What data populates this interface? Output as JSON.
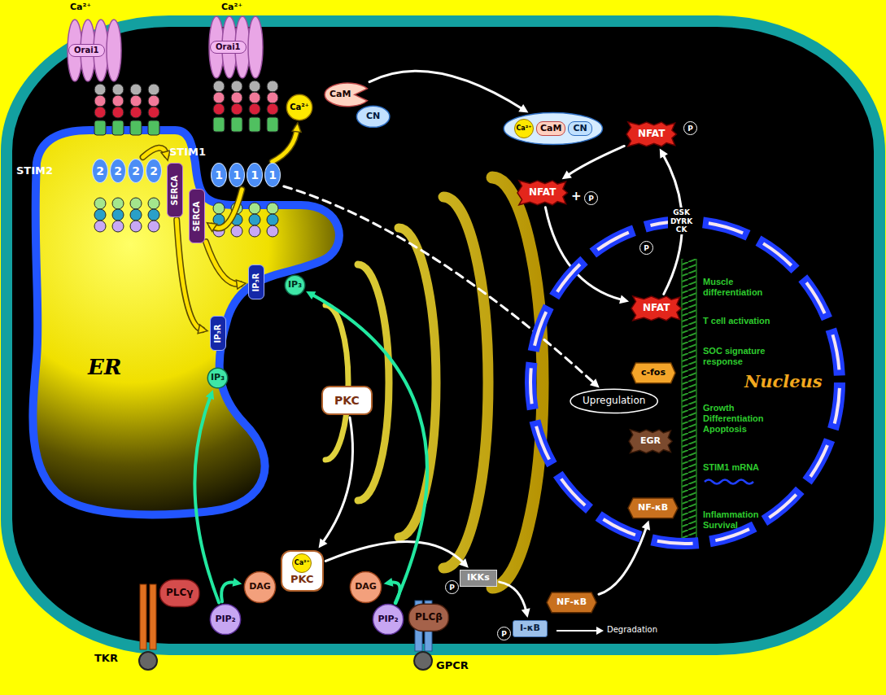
{
  "diagram": {
    "nodes": [
      {
        "text": [
          "Orai1"
        ]
      },
      {
        "text": [
          "Orai1"
        ]
      },
      {
        "text": [
          "STIM2",
          "2",
          "2",
          "2",
          "2"
        ]
      },
      {
        "text": [
          "STIM1",
          "1",
          "1",
          "1",
          "1"
        ]
      },
      {
        "text": [
          "SERCA"
        ]
      },
      {
        "text": [
          "SERCA"
        ]
      },
      {
        "text": [
          "Ca²⁺"
        ]
      },
      {
        "text": [
          "CaM"
        ]
      },
      {
        "text": [
          "CN"
        ]
      },
      {
        "text": [
          "Ca²⁺",
          "CaM",
          "CN"
        ]
      },
      {
        "text": [
          "NFAT"
        ]
      },
      {
        "text": [
          "NFAT"
        ]
      },
      {
        "text": [
          "Nucleus"
        ]
      },
      {
        "text": [
          "NFAT"
        ],
        "in": 12
      },
      {
        "text": [
          "c-fos"
        ],
        "in": 12
      },
      {
        "text": [
          "Upregulation"
        ],
        "in": 12
      },
      {
        "text": [
          "EGR"
        ],
        "in": 12
      },
      {
        "text": [
          "NF-κB"
        ],
        "in": 12
      },
      {
        "text": [
          "IP₃R"
        ]
      },
      {
        "text": [
          "IP₃"
        ]
      },
      {
        "text": [
          "IP₃R"
        ]
      },
      {
        "text": [
          "IP₃"
        ]
      },
      {
        "text": [
          "PKC"
        ]
      },
      {
        "text": [
          "IKKs"
        ]
      },
      {
        "text": [
          "NF-κB"
        ]
      },
      {
        "text": [
          "I-κB"
        ]
      },
      {
        "text": [
          "PLCγ"
        ]
      },
      {
        "text": [
          "PIP₂"
        ]
      },
      {
        "text": [
          "DAG"
        ]
      },
      {
        "text": [
          "Ca²⁺",
          "PKC"
        ]
      },
      {
        "text": [
          "DAG"
        ]
      },
      {
        "text": [
          "PIP₂"
        ]
      },
      {
        "text": [
          "PLCβ"
        ]
      }
    ],
    "edges": [
      {
        "from": 2,
        "to": 4,
        "arrow": "to"
      },
      {
        "from": 3,
        "to": 5,
        "arrow": "to"
      },
      {
        "from": 4,
        "to": 20,
        "arrow": "to"
      },
      {
        "from": 5,
        "to": 18,
        "arrow": "to"
      },
      {
        "from": 3,
        "to": 6,
        "arrow": "to"
      },
      {
        "from": 7,
        "to": 9,
        "arrow": "to"
      },
      {
        "from": 10,
        "to": 11,
        "arrow": "to"
      },
      {
        "from": 11,
        "to": 13,
        "arrow": "to"
      },
      {
        "from": 13,
        "to": 10,
        "label": "GSK DYRK CK",
        "arrow": "to"
      },
      {
        "from": 3,
        "to": 15,
        "arrow": "to"
      },
      {
        "from": 22,
        "to": 29,
        "arrow": "to"
      },
      {
        "from": 29,
        "to": 23,
        "arrow": "to"
      },
      {
        "from": 23,
        "to": 25,
        "arrow": "to"
      },
      {
        "from": 24,
        "to": 17,
        "arrow": "to"
      },
      {
        "from": 27,
        "to": 21,
        "arrow": "to"
      },
      {
        "from": 31,
        "to": 19,
        "arrow": "to"
      },
      {
        "from": 27,
        "to": 28,
        "arrow": "to"
      },
      {
        "from": 31,
        "to": 30,
        "arrow": "to"
      }
    ],
    "labels": [
      "Ca²⁺",
      "Ca²⁺",
      "ER",
      "+",
      "P",
      "P",
      "P",
      "P",
      "P",
      "Muscle differentiation",
      "T cell activation",
      "SOC signature response",
      "Growth Differentiation Apoptosis",
      "STIM1 mRNA",
      "Inflammation Survival",
      "Degradation",
      "TKR",
      "GPCR"
    ]
  }
}
